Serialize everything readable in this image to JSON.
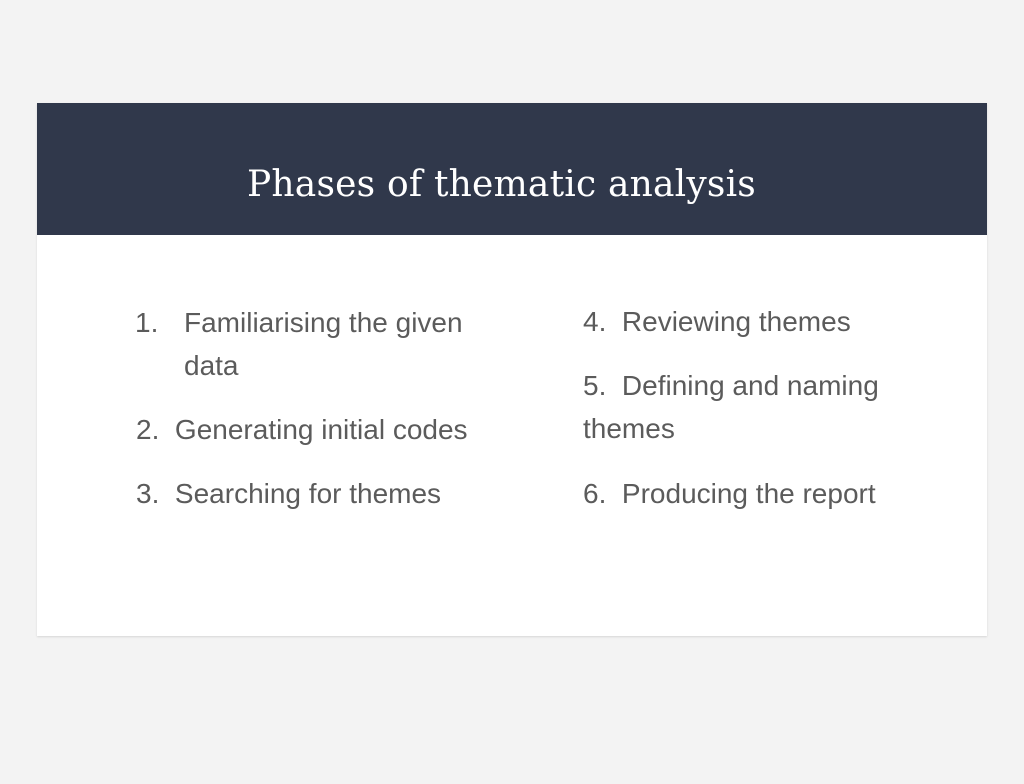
{
  "slide": {
    "title": "Phases of thematic analysis",
    "header_color": "#30384b",
    "items": [
      {
        "number": "1.",
        "text": "Familiarising the given data"
      },
      {
        "number": "2.",
        "text": "Generating initial codes"
      },
      {
        "number": "3.",
        "text": "Searching for themes"
      },
      {
        "number": "4.",
        "text": "Reviewing themes"
      },
      {
        "number": "5.",
        "text": "Defining and naming themes"
      },
      {
        "number": "6.",
        "text": "Producing the report"
      }
    ]
  }
}
